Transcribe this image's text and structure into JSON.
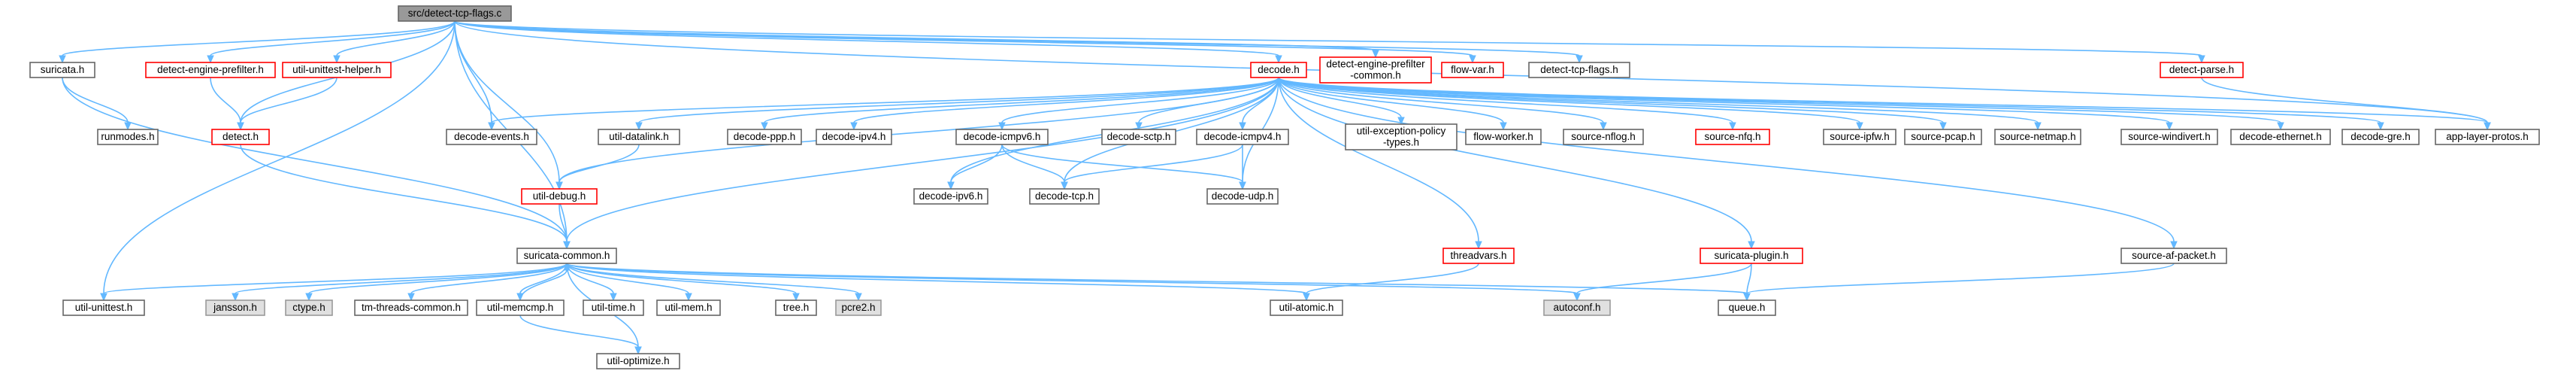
{
  "colors": {
    "edge": "#63b8ff",
    "node_fill": "#ffffff",
    "node_border_normal": "#666666",
    "node_border_truncated": "#ff0000",
    "node_fill_root": "#999999",
    "node_fill_external": "#e0e0e0",
    "node_border_external": "#999999"
  },
  "nodes": [
    {
      "id": "root",
      "lines": [
        "src/detect-tcp-flags.c"
      ],
      "style": "root"
    },
    {
      "id": "suricata_h",
      "lines": [
        "suricata.h"
      ],
      "style": "normal"
    },
    {
      "id": "de_prefilter",
      "lines": [
        "detect-engine-prefilter.h"
      ],
      "style": "truncated"
    },
    {
      "id": "uu_helper",
      "lines": [
        "util-unittest-helper.h"
      ],
      "style": "truncated"
    },
    {
      "id": "decode_h",
      "lines": [
        "decode.h"
      ],
      "style": "truncated"
    },
    {
      "id": "de_prefilter_common",
      "lines": [
        "detect-engine-prefilter",
        "-common.h"
      ],
      "style": "truncated"
    },
    {
      "id": "flow_var",
      "lines": [
        "flow-var.h"
      ],
      "style": "truncated"
    },
    {
      "id": "dtcpflags_h",
      "lines": [
        "detect-tcp-flags.h"
      ],
      "style": "normal"
    },
    {
      "id": "detect_parse",
      "lines": [
        "detect-parse.h"
      ],
      "style": "truncated"
    },
    {
      "id": "runmodes",
      "lines": [
        "runmodes.h"
      ],
      "style": "normal"
    },
    {
      "id": "detect_h",
      "lines": [
        "detect.h"
      ],
      "style": "truncated"
    },
    {
      "id": "decode_events",
      "lines": [
        "decode-events.h"
      ],
      "style": "normal"
    },
    {
      "id": "util_datalink",
      "lines": [
        "util-datalink.h"
      ],
      "style": "normal"
    },
    {
      "id": "decode_ppp",
      "lines": [
        "decode-ppp.h"
      ],
      "style": "normal"
    },
    {
      "id": "decode_ipv4",
      "lines": [
        "decode-ipv4.h"
      ],
      "style": "normal"
    },
    {
      "id": "decode_icmpv6",
      "lines": [
        "decode-icmpv6.h"
      ],
      "style": "normal"
    },
    {
      "id": "decode_sctp",
      "lines": [
        "decode-sctp.h"
      ],
      "style": "normal"
    },
    {
      "id": "decode_icmpv4",
      "lines": [
        "decode-icmpv4.h"
      ],
      "style": "normal"
    },
    {
      "id": "uexc_policy",
      "lines": [
        "util-exception-policy",
        "-types.h"
      ],
      "style": "normal"
    },
    {
      "id": "flow_worker",
      "lines": [
        "flow-worker.h"
      ],
      "style": "normal"
    },
    {
      "id": "source_nflog",
      "lines": [
        "source-nflog.h"
      ],
      "style": "normal"
    },
    {
      "id": "source_nfq",
      "lines": [
        "source-nfq.h"
      ],
      "style": "truncated"
    },
    {
      "id": "source_ipfw",
      "lines": [
        "source-ipfw.h"
      ],
      "style": "normal"
    },
    {
      "id": "source_pcap",
      "lines": [
        "source-pcap.h"
      ],
      "style": "normal"
    },
    {
      "id": "source_netmap",
      "lines": [
        "source-netmap.h"
      ],
      "style": "normal"
    },
    {
      "id": "source_windivert",
      "lines": [
        "source-windivert.h"
      ],
      "style": "normal"
    },
    {
      "id": "decode_ethernet",
      "lines": [
        "decode-ethernet.h"
      ],
      "style": "normal"
    },
    {
      "id": "decode_gre",
      "lines": [
        "decode-gre.h"
      ],
      "style": "normal"
    },
    {
      "id": "app_layer_protos",
      "lines": [
        "app-layer-protos.h"
      ],
      "style": "normal"
    },
    {
      "id": "util_debug",
      "lines": [
        "util-debug.h"
      ],
      "style": "truncated"
    },
    {
      "id": "decode_ipv6",
      "lines": [
        "decode-ipv6.h"
      ],
      "style": "normal"
    },
    {
      "id": "decode_tcp",
      "lines": [
        "decode-tcp.h"
      ],
      "style": "normal"
    },
    {
      "id": "decode_udp",
      "lines": [
        "decode-udp.h"
      ],
      "style": "normal"
    },
    {
      "id": "suricata_common",
      "lines": [
        "suricata-common.h"
      ],
      "style": "normal"
    },
    {
      "id": "threadvars",
      "lines": [
        "threadvars.h"
      ],
      "style": "truncated"
    },
    {
      "id": "suricata_plugin",
      "lines": [
        "suricata-plugin.h"
      ],
      "style": "truncated"
    },
    {
      "id": "source_af_packet",
      "lines": [
        "source-af-packet.h"
      ],
      "style": "normal"
    },
    {
      "id": "util_unittest",
      "lines": [
        "util-unittest.h"
      ],
      "style": "normal"
    },
    {
      "id": "jansson",
      "lines": [
        "jansson.h"
      ],
      "style": "external"
    },
    {
      "id": "ctype",
      "lines": [
        "ctype.h"
      ],
      "style": "external"
    },
    {
      "id": "tm_threads_common",
      "lines": [
        "tm-threads-common.h"
      ],
      "style": "normal"
    },
    {
      "id": "util_memcmp",
      "lines": [
        "util-memcmp.h"
      ],
      "style": "normal"
    },
    {
      "id": "util_time",
      "lines": [
        "util-time.h"
      ],
      "style": "normal"
    },
    {
      "id": "util_mem",
      "lines": [
        "util-mem.h"
      ],
      "style": "normal"
    },
    {
      "id": "tree",
      "lines": [
        "tree.h"
      ],
      "style": "normal"
    },
    {
      "id": "pcre2",
      "lines": [
        "pcre2.h"
      ],
      "style": "external"
    },
    {
      "id": "util_atomic",
      "lines": [
        "util-atomic.h"
      ],
      "style": "normal"
    },
    {
      "id": "autoconf",
      "lines": [
        "autoconf.h"
      ],
      "style": "external"
    },
    {
      "id": "queue",
      "lines": [
        "queue.h"
      ],
      "style": "normal"
    },
    {
      "id": "util_optimize",
      "lines": [
        "util-optimize.h"
      ],
      "style": "normal"
    }
  ],
  "edges": [
    [
      "root",
      "suricata_h"
    ],
    [
      "root",
      "de_prefilter"
    ],
    [
      "root",
      "uu_helper"
    ],
    [
      "root",
      "decode_h"
    ],
    [
      "root",
      "de_prefilter_common"
    ],
    [
      "root",
      "flow_var"
    ],
    [
      "root",
      "dtcpflags_h"
    ],
    [
      "root",
      "detect_parse"
    ],
    [
      "root",
      "detect_h"
    ],
    [
      "root",
      "decode_events"
    ],
    [
      "root",
      "util_debug"
    ],
    [
      "root",
      "suricata_common"
    ],
    [
      "root",
      "util_unittest"
    ],
    [
      "root",
      "app_layer_protos"
    ],
    [
      "suricata_h",
      "runmodes"
    ],
    [
      "suricata_h",
      "suricata_common"
    ],
    [
      "de_prefilter",
      "detect_h"
    ],
    [
      "uu_helper",
      "detect_h"
    ],
    [
      "detect_h",
      "suricata_common"
    ],
    [
      "detect_parse",
      "app_layer_protos"
    ],
    [
      "decode_h",
      "decode_events"
    ],
    [
      "decode_h",
      "util_datalink"
    ],
    [
      "decode_h",
      "decode_ppp"
    ],
    [
      "decode_h",
      "decode_ipv4"
    ],
    [
      "decode_h",
      "decode_icmpv6"
    ],
    [
      "decode_h",
      "decode_sctp"
    ],
    [
      "decode_h",
      "decode_icmpv4"
    ],
    [
      "decode_h",
      "uexc_policy"
    ],
    [
      "decode_h",
      "flow_worker"
    ],
    [
      "decode_h",
      "source_nflog"
    ],
    [
      "decode_h",
      "source_nfq"
    ],
    [
      "decode_h",
      "source_ipfw"
    ],
    [
      "decode_h",
      "source_pcap"
    ],
    [
      "decode_h",
      "source_netmap"
    ],
    [
      "decode_h",
      "source_windivert"
    ],
    [
      "decode_h",
      "decode_ethernet"
    ],
    [
      "decode_h",
      "decode_gre"
    ],
    [
      "decode_h",
      "app_layer_protos"
    ],
    [
      "decode_h",
      "util_debug"
    ],
    [
      "decode_h",
      "decode_ipv6"
    ],
    [
      "decode_h",
      "decode_tcp"
    ],
    [
      "decode_h",
      "decode_udp"
    ],
    [
      "decode_h",
      "suricata_common"
    ],
    [
      "decode_h",
      "threadvars"
    ],
    [
      "decode_h",
      "suricata_plugin"
    ],
    [
      "decode_h",
      "source_af_packet"
    ],
    [
      "util_datalink",
      "util_debug"
    ],
    [
      "decode_icmpv6",
      "decode_ipv6"
    ],
    [
      "decode_icmpv6",
      "decode_tcp"
    ],
    [
      "decode_icmpv6",
      "decode_udp"
    ],
    [
      "decode_icmpv4",
      "decode_tcp"
    ],
    [
      "decode_icmpv4",
      "decode_udp"
    ],
    [
      "util_debug",
      "suricata_common"
    ],
    [
      "suricata_common",
      "util_unittest"
    ],
    [
      "suricata_common",
      "jansson"
    ],
    [
      "suricata_common",
      "ctype"
    ],
    [
      "suricata_common",
      "tm_threads_common"
    ],
    [
      "suricata_common",
      "util_memcmp"
    ],
    [
      "suricata_common",
      "util_time"
    ],
    [
      "suricata_common",
      "util_mem"
    ],
    [
      "suricata_common",
      "tree"
    ],
    [
      "suricata_common",
      "pcre2"
    ],
    [
      "suricata_common",
      "util_atomic"
    ],
    [
      "suricata_common",
      "autoconf"
    ],
    [
      "suricata_common",
      "queue"
    ],
    [
      "suricata_common",
      "util_optimize"
    ],
    [
      "util_memcmp",
      "suricata_common"
    ],
    [
      "util_memcmp",
      "util_optimize"
    ],
    [
      "threadvars",
      "util_atomic"
    ],
    [
      "suricata_plugin",
      "autoconf"
    ],
    [
      "suricata_plugin",
      "queue"
    ],
    [
      "source_af_packet",
      "queue"
    ]
  ]
}
